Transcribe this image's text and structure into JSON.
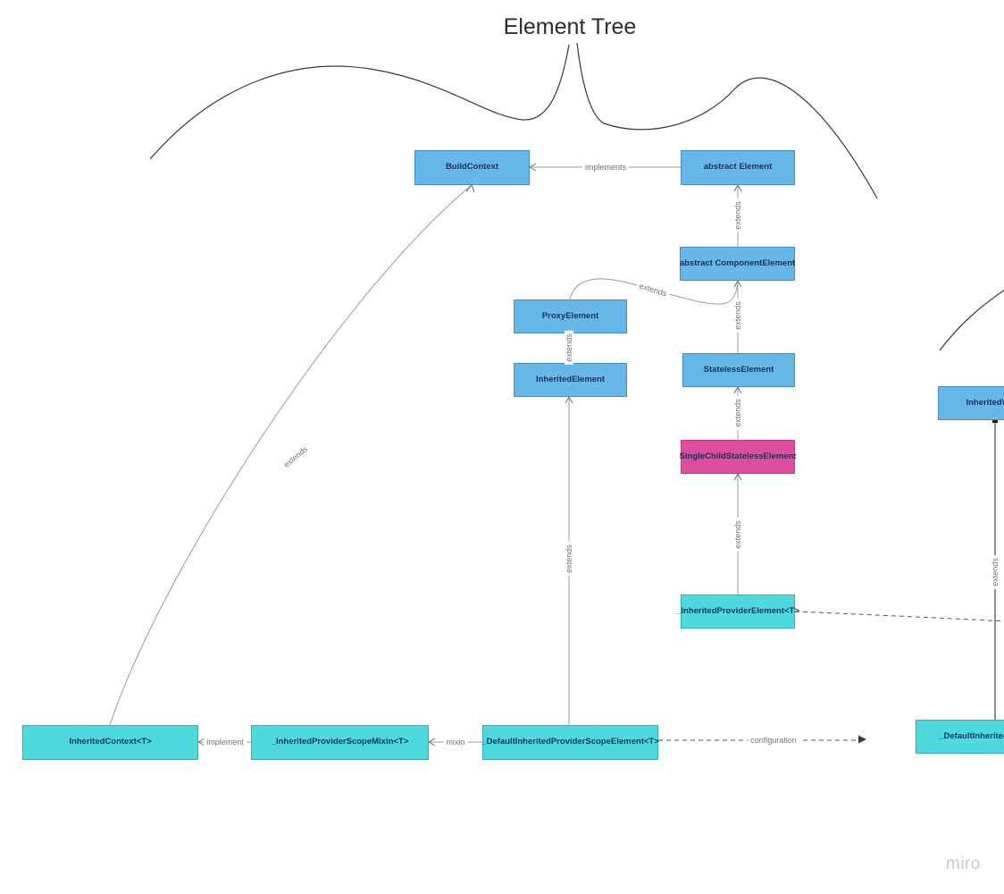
{
  "title": "Element Tree",
  "watermark": "miro",
  "colors": {
    "node_blue": "#67b7e9",
    "node_blue_border": "#3d90c9",
    "node_teal": "#4ed9dd",
    "node_teal_border": "#27b5bc",
    "node_pink": "#df4e9d",
    "node_pink_border": "#c03c85",
    "node_text": "#16325b",
    "connector_gray": "#9b9b9b",
    "sketch_line": "#3a3a3a",
    "edge_label_text": "#737373",
    "watermark_gray": "#c7c6d3"
  },
  "nodes": [
    {
      "label": "BuildContext",
      "color": "blue"
    },
    {
      "label": "abstract Element",
      "color": "blue"
    },
    {
      "label": "abstract ComponentElement",
      "color": "blue"
    },
    {
      "label": "ProxyElement",
      "color": "blue"
    },
    {
      "label": "InheritedElement",
      "color": "blue"
    },
    {
      "label": "StatelessElement",
      "color": "blue"
    },
    {
      "label": "SingleChildStatelessElement",
      "color": "pink"
    },
    {
      "label": "_InheritedProviderElement<T>",
      "color": "teal"
    },
    {
      "label": "InheritedW",
      "color": "blue"
    },
    {
      "label": "InheritedContext<T>",
      "color": "teal"
    },
    {
      "label": "_InheritedProviderScopeMixin<T>",
      "color": "teal"
    },
    {
      "label": "_DefaultInheritedProviderScopeElement<T>",
      "color": "teal"
    },
    {
      "label": "_DefaultInheritedPr",
      "color": "teal"
    }
  ],
  "edges": [
    {
      "label": "implements"
    },
    {
      "label": "extends"
    },
    {
      "label": "extends"
    },
    {
      "label": "extends"
    },
    {
      "label": "extends"
    },
    {
      "label": "extends"
    },
    {
      "label": "extends"
    },
    {
      "label": "extends"
    },
    {
      "label": "extends"
    },
    {
      "label": "implement"
    },
    {
      "label": "mixin"
    },
    {
      "label": "configuration"
    },
    {
      "label": "extends"
    }
  ]
}
